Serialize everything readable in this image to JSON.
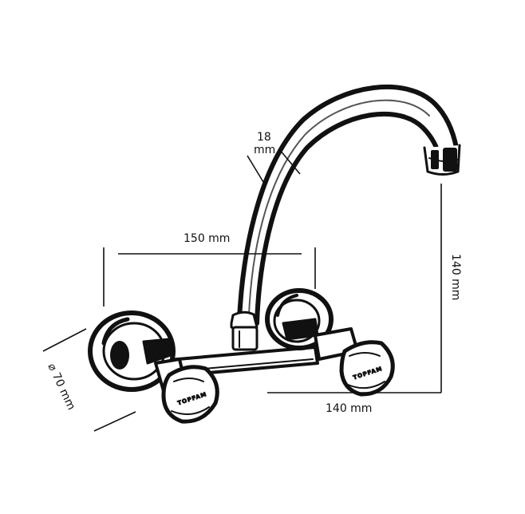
{
  "dimensions": {
    "spout_width_value": "18",
    "spout_width_unit": "mm",
    "center_distance": "150 mm",
    "reach": "140 mm",
    "height": "140 mm",
    "flange_diameter": "⌀ 70 mm"
  },
  "brand": {
    "left_handle": "TOPFAM",
    "right_handle": "TOPFAM"
  },
  "colors": {
    "line": "#111111",
    "chrome_dark": "#1a1a1a",
    "chrome_light": "#ffffff"
  }
}
